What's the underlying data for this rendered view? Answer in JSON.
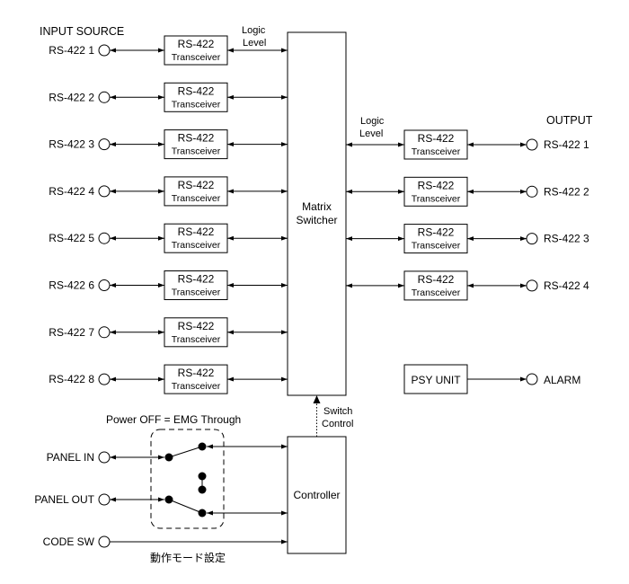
{
  "headings": {
    "input_source": "INPUT SOURCE",
    "output": "OUTPUT",
    "power_off_note": "Power OFF = EMG Through",
    "mode_setting": "動作モード設定"
  },
  "logic_level": {
    "line1": "Logic",
    "line2": "Level"
  },
  "switch_control": {
    "line1": "Switch",
    "line2": "Control"
  },
  "transceiver": {
    "line1": "RS-422",
    "line2": "Transceiver"
  },
  "matrix_switcher": {
    "line1": "Matrix",
    "line2": "Switcher"
  },
  "controller": "Controller",
  "psy_unit": "PSY UNIT",
  "alarm": "ALARM",
  "inputs": [
    "RS-422 1",
    "RS-422 2",
    "RS-422 3",
    "RS-422 4",
    "RS-422 5",
    "RS-422 6",
    "RS-422 7",
    "RS-422 8"
  ],
  "outputs": [
    "RS-422 1",
    "RS-422 2",
    "RS-422 3",
    "RS-422 4"
  ],
  "panel": {
    "in": "PANEL IN",
    "out": "PANEL OUT",
    "code_sw": "CODE SW"
  }
}
